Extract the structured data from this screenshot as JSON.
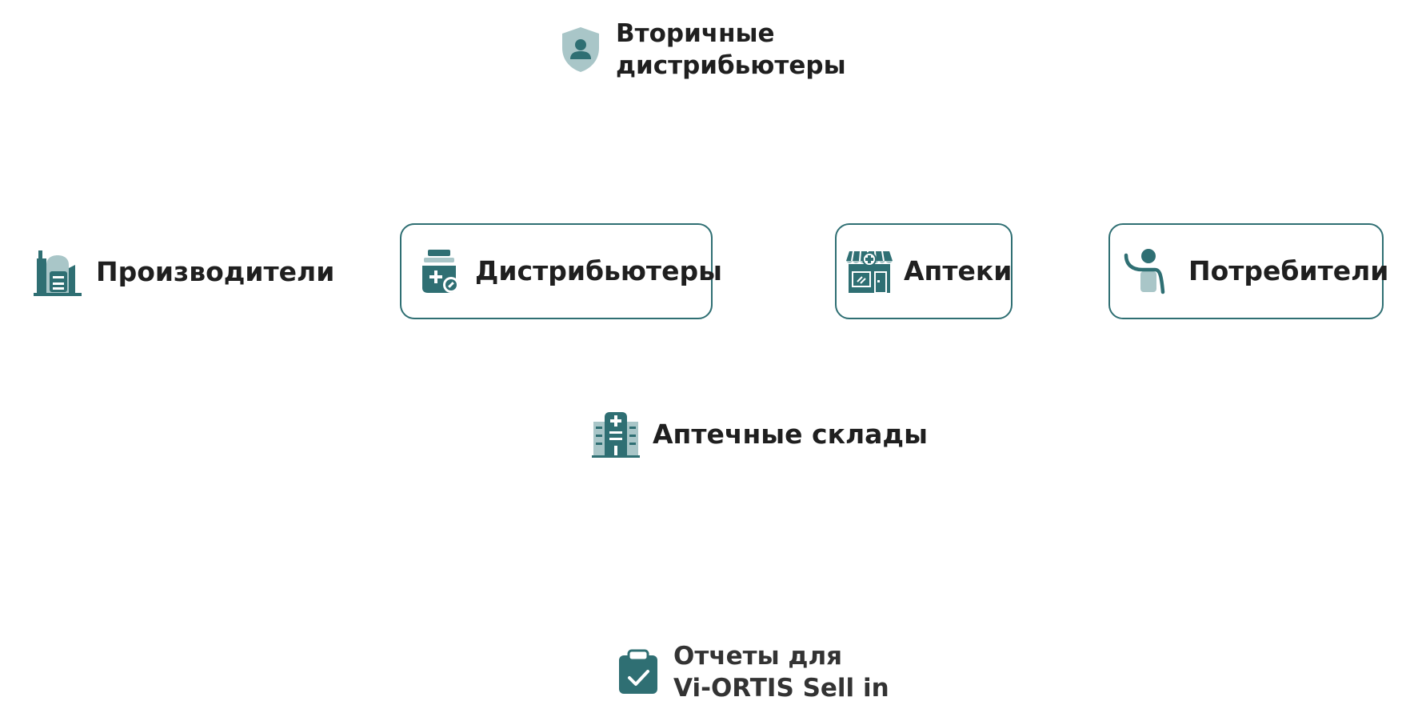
{
  "colors": {
    "primary": "#2f6f73",
    "secondary": "#a9c6c8",
    "text": "#1f1f1f"
  },
  "nodes": {
    "secondary_distributors": {
      "line1": "Вторичные",
      "line2": "дистрибьютеры",
      "icon": "shield-user-icon"
    },
    "manufacturers": {
      "label": "Производители",
      "icon": "factory-icon"
    },
    "distributors": {
      "label": "Дистрибьютеры",
      "icon": "medicine-jar-icon"
    },
    "pharmacies": {
      "label": "Аптеки",
      "icon": "pharmacy-store-icon"
    },
    "consumers": {
      "label": "Потребители",
      "icon": "person-waving-icon"
    },
    "pharmacy_warehouses": {
      "label": "Аптечные склады",
      "icon": "hospital-building-icon"
    },
    "reports": {
      "line1": "Отчеты для",
      "line2": "Vi-ORTIS Sell in",
      "icon": "clipboard-check-icon"
    }
  }
}
